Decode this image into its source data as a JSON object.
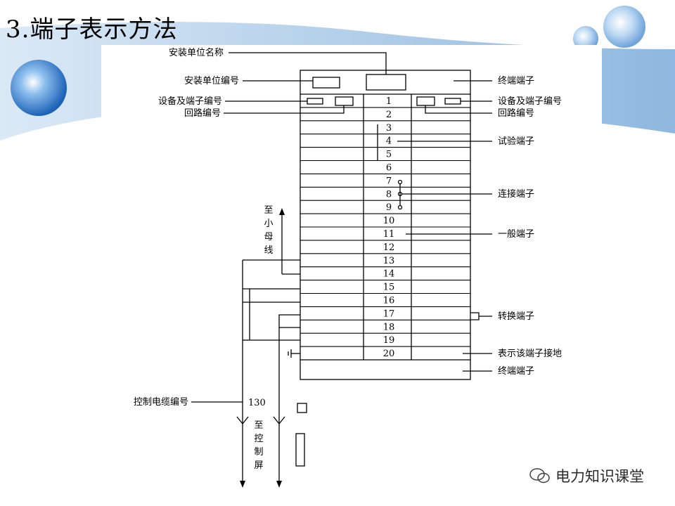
{
  "slide": {
    "title": "3.端子表示方法",
    "watermark": "电力知识课堂"
  },
  "diagram": {
    "labels": {
      "install_name": "安装单位名称",
      "install_number": "安装单位编号",
      "device_terminal_left": "设备及端子编号",
      "circuit_left": "回路编号",
      "end_terminal_top": "终端端子",
      "device_terminal_right": "设备及端子编号",
      "circuit_right": "回路编号",
      "test_terminal": "试验端子",
      "link_terminal": "连接端子",
      "general_terminal": "一般端子",
      "switch_terminal": "转换端子",
      "grounded_terminal": "表示该端子接地",
      "end_terminal_bottom": "终端端子",
      "control_cable_number": "控制电缆编号",
      "cable_number_value": "130"
    },
    "vertical_labels": {
      "to_small_bus": [
        "至",
        "小",
        "母",
        "线"
      ],
      "to_control_panel": [
        "至",
        "控",
        "制",
        "屏"
      ]
    },
    "terminal_numbers": [
      "1",
      "2",
      "3",
      "4",
      "5",
      "6",
      "7",
      "8",
      "9",
      "10",
      "11",
      "12",
      "13",
      "14",
      "15",
      "16",
      "17",
      "18",
      "19",
      "20"
    ],
    "colors": {
      "line": "#000000",
      "background_band": "#a9cbe7",
      "sphere": "#3d86d6"
    }
  }
}
